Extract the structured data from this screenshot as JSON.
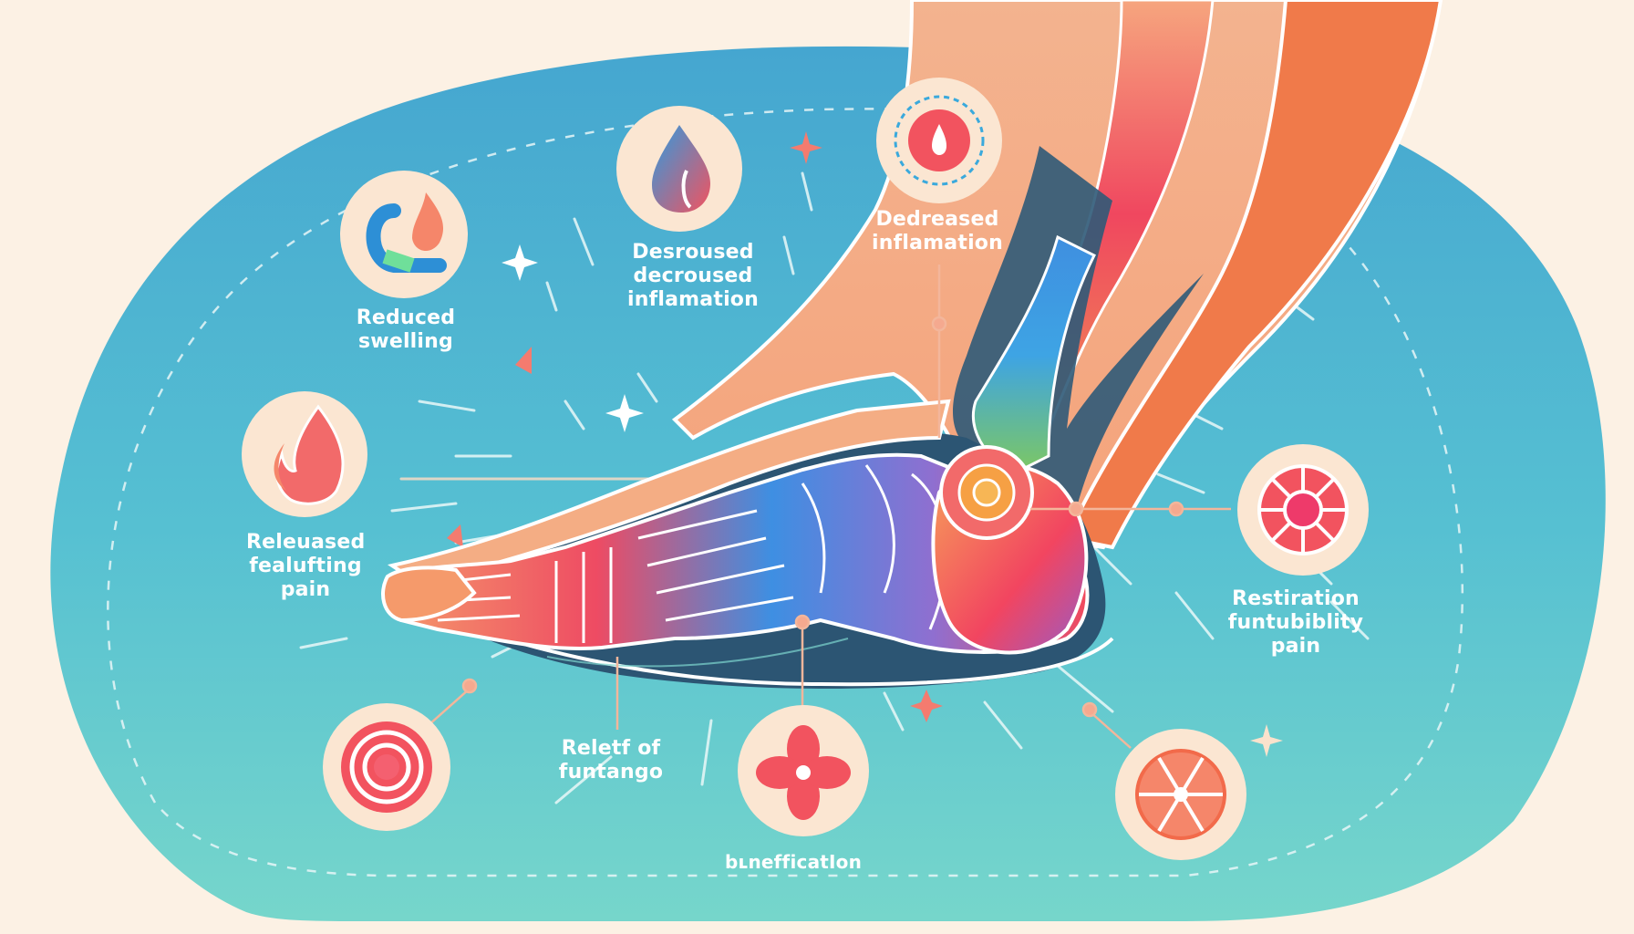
{
  "colors": {
    "background": "#fcf1e4",
    "blob_top": "#46a9d0",
    "blob_bottom": "#6fd3cc",
    "icon_circle": "#fbe6d2",
    "accent_red": "#f2535f",
    "accent_orange": "#f58a5f",
    "bone_blue": "#3c8fe0",
    "sole_dark": "#2d5470",
    "text": "#ffffff"
  },
  "callouts": [
    {
      "id": "reduced-swelling",
      "icon": "flame-swirl-icon",
      "lines": [
        "Reduced",
        "swelling"
      ]
    },
    {
      "id": "decreased-inflammation-1",
      "icon": "water-drop-icon",
      "lines": [
        "Desroused",
        "decroused",
        "inflamation"
      ]
    },
    {
      "id": "decreased-inflammation-2",
      "icon": "drop-target-icon",
      "lines": [
        "Dedreased",
        "inflamation"
      ]
    },
    {
      "id": "released-pain",
      "icon": "flame-icon",
      "lines": [
        "Releuased",
        "fealufting",
        "pain"
      ]
    },
    {
      "id": "restoration",
      "icon": "citrus-flower-icon",
      "lines": [
        "Restiration",
        "funtubiblity",
        "pain"
      ]
    },
    {
      "id": "relief",
      "icon": "concentric-circles-icon",
      "lines": [
        "Reletf of",
        "funtango"
      ]
    },
    {
      "id": "benefication",
      "icon": "four-petal-flower-icon",
      "lines": [
        "bʟnefficatIon"
      ]
    },
    {
      "id": "grapefruit",
      "icon": "grapefruit-slice-icon",
      "lines": []
    }
  ]
}
